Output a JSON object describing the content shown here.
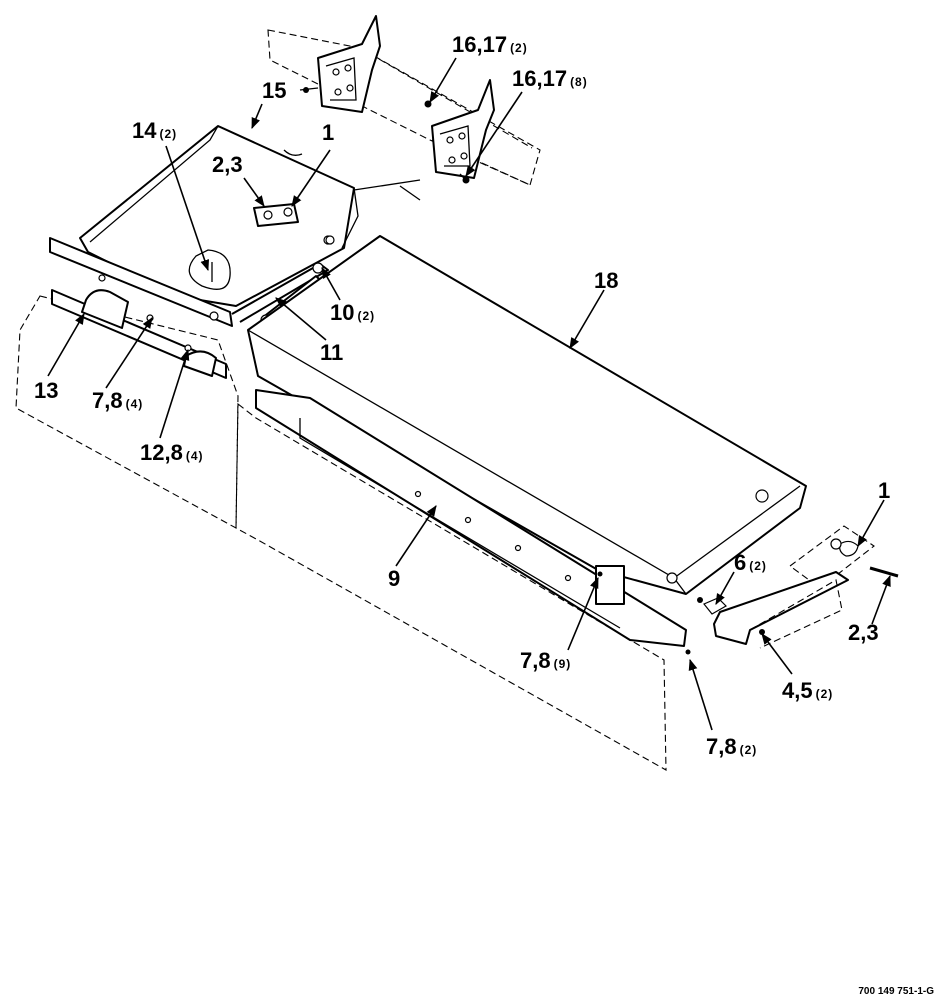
{
  "callouts": [
    {
      "id": "c15",
      "label": "15"
    },
    {
      "id": "c14",
      "label": "14",
      "qty": "(2)"
    },
    {
      "id": "c1-top",
      "label": "1"
    },
    {
      "id": "c23-top",
      "label": "2,3"
    },
    {
      "id": "c1617-a",
      "label": "16,17",
      "qty": "(2)"
    },
    {
      "id": "c1617-b",
      "label": "16,17",
      "qty": "(8)"
    },
    {
      "id": "c18",
      "label": "18"
    },
    {
      "id": "c10",
      "label": "10",
      "qty": "(2)"
    },
    {
      "id": "c11",
      "label": "11"
    },
    {
      "id": "c13",
      "label": "13"
    },
    {
      "id": "c78-4",
      "label": "7,8",
      "qty": "(4)"
    },
    {
      "id": "c128",
      "label": "12,8",
      "qty": "(4)"
    },
    {
      "id": "c9",
      "label": "9"
    },
    {
      "id": "c78-9",
      "label": "7,8",
      "qty": "(9)"
    },
    {
      "id": "c6",
      "label": "6",
      "qty": "(2)"
    },
    {
      "id": "c1-right",
      "label": "1"
    },
    {
      "id": "c23-right",
      "label": "2,3"
    },
    {
      "id": "c45",
      "label": "4,5",
      "qty": "(2)"
    },
    {
      "id": "c78-2",
      "label": "7,8",
      "qty": "(2)"
    }
  ],
  "figure_number": "700 149 751-1-G"
}
